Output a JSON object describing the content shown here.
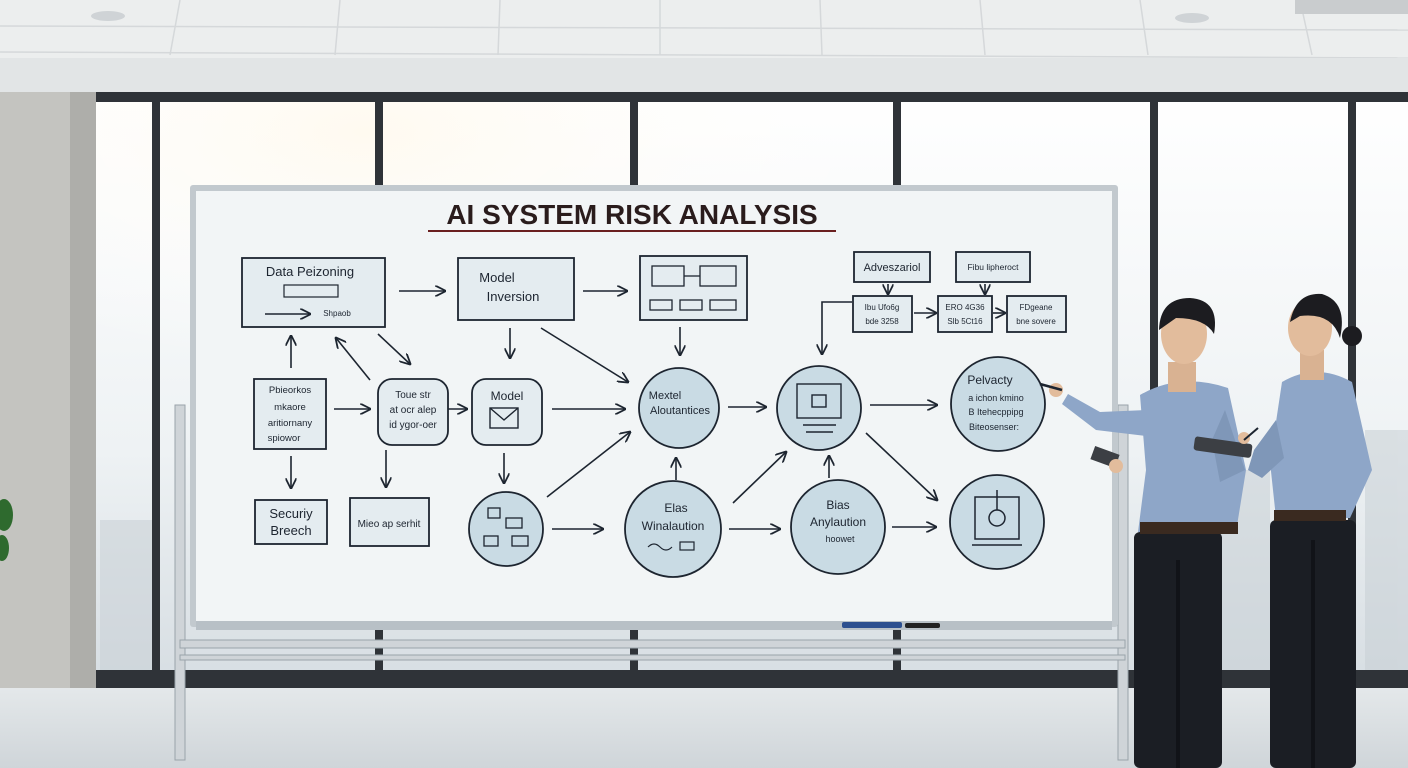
{
  "board": {
    "title": "AI SYSTEM RISK ANALYSIS",
    "nodes": {
      "data_poisoning": "Data Peizoning",
      "data_poisoning_sub": "Shpaob",
      "model_inversion_1": "Model",
      "model_inversion_2": "Inversion",
      "left_box_1": "Pbieorkos",
      "left_box_2": "mkaore",
      "left_box_3": "aritiornany",
      "left_box_4": "spiowor",
      "rounded_1": "Toue str",
      "rounded_2": "at ocr alep",
      "rounded_3": "id ygor-oer",
      "model_small": "Model",
      "model_attributes_1": "Mextel",
      "model_attributes_2": "Aloutantices",
      "security_breach_1": "Securiy",
      "security_breach_2": "Breech",
      "middle_box": "Mieo ap serhit",
      "bias_1": "Elas",
      "bias_2": "Winalaution",
      "bias_amplification_1": "Bias",
      "bias_amplification_2": "Anylaution",
      "bias_amplification_3": "hoowet",
      "adversarial": "Adveszariol",
      "top_right_box": "Fibu lipheroct",
      "small_box_1_a": "Ibu Ufo6g",
      "small_box_1_b": "bde 3258",
      "small_box_2_a": "ERO 4G36",
      "small_box_2_b": "Slb 5Ct16",
      "small_box_3_a": "FDgeane",
      "small_box_3_b": "bne sovere",
      "privacy_1": "Pelvacty",
      "privacy_2": "a ichon kmino",
      "privacy_3": "B Itehecppipg",
      "privacy_4": "Biteosenser:"
    }
  },
  "colors": {
    "ink": "#1d2530",
    "title_ink": "#2a1c1c",
    "circle_fill": "#c9dbe4",
    "box_fill": "#e4ecf0",
    "board": "#f2f5f6",
    "shirt": "#8ea6c8",
    "trousers": "#1b1e24"
  }
}
